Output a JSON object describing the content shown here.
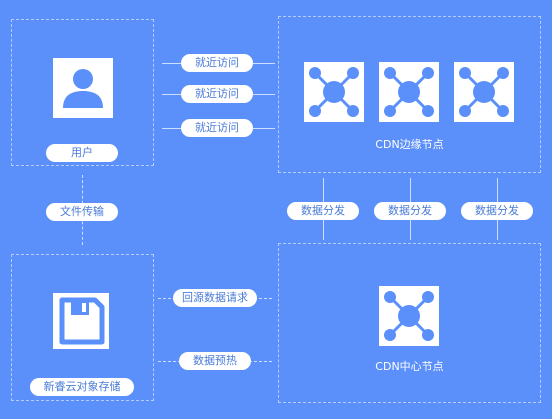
{
  "user_box": {
    "label": "用户"
  },
  "edge_box": {
    "label": "CDN边缘节点"
  },
  "storage_box": {
    "label": "新睿云对象存储"
  },
  "center_box": {
    "label": "CDN中心节点"
  },
  "user_to_edge": [
    "就近访问",
    "就近访问",
    "就近访问"
  ],
  "user_to_storage": "文件传输",
  "center_to_edge": [
    "数据分发",
    "数据分发",
    "数据分发"
  ],
  "center_to_storage": "回源数据请求",
  "storage_to_center": "数据预热",
  "colors": {
    "background": "#5b8ff9",
    "icon": "#5b8ff9",
    "pill_text": "#4a7bd8"
  },
  "icons": {
    "user": "user-icon",
    "node": "network-node-icon",
    "storage": "floppy-disk-icon"
  }
}
